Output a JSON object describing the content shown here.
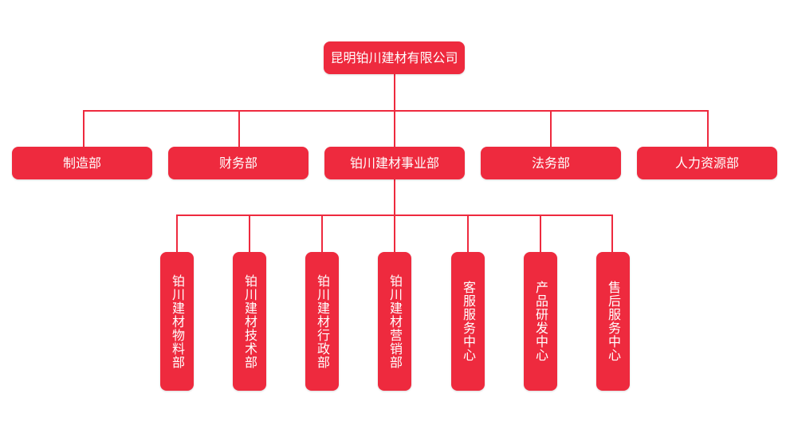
{
  "colors": {
    "node_fill": "#ee2a3e",
    "connector": "#ee2a3e",
    "node_text": "#ffffff",
    "background": "#ffffff"
  },
  "org": {
    "root": {
      "label": "昆明铂川建材有限公司"
    },
    "departments": [
      {
        "label": "制造部"
      },
      {
        "label": "财务部"
      },
      {
        "label": "铂川建材事业部"
      },
      {
        "label": "法务部"
      },
      {
        "label": "人力资源部"
      }
    ],
    "sub_departments": [
      {
        "label": "铂川建材物料部"
      },
      {
        "label": "铂川建材技术部"
      },
      {
        "label": "铂川建材行政部"
      },
      {
        "label": "铂川建材营销部"
      },
      {
        "label": "客服服务中心"
      },
      {
        "label": "产品研发中心"
      },
      {
        "label": "售后服务中心"
      }
    ]
  }
}
